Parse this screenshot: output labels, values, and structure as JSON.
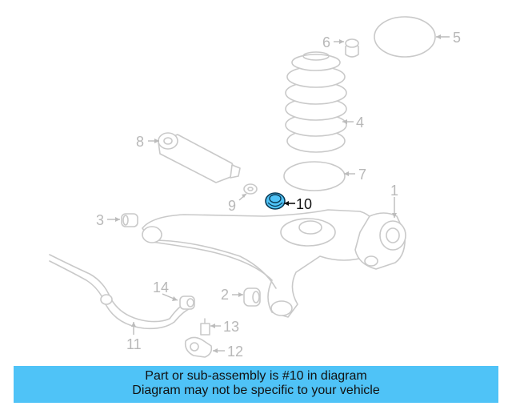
{
  "callouts": {
    "c1": "1",
    "c2": "2",
    "c3": "3",
    "c4": "4",
    "c5": "5",
    "c6": "6",
    "c7": "7",
    "c8": "8",
    "c9": "9",
    "c10": "10",
    "c11": "11",
    "c12": "12",
    "c13": "13",
    "c14": "14"
  },
  "highlighted_part": "10",
  "colors": {
    "highlight": "#4fc3f7",
    "banner_bg": "#4fc3f7",
    "line_art": "#c9c9c9",
    "callout_text": "#b8b8b8"
  },
  "banner": {
    "line1": "Part or sub-assembly is #10 in diagram",
    "line2": "Diagram may not be specific to your vehicle"
  }
}
